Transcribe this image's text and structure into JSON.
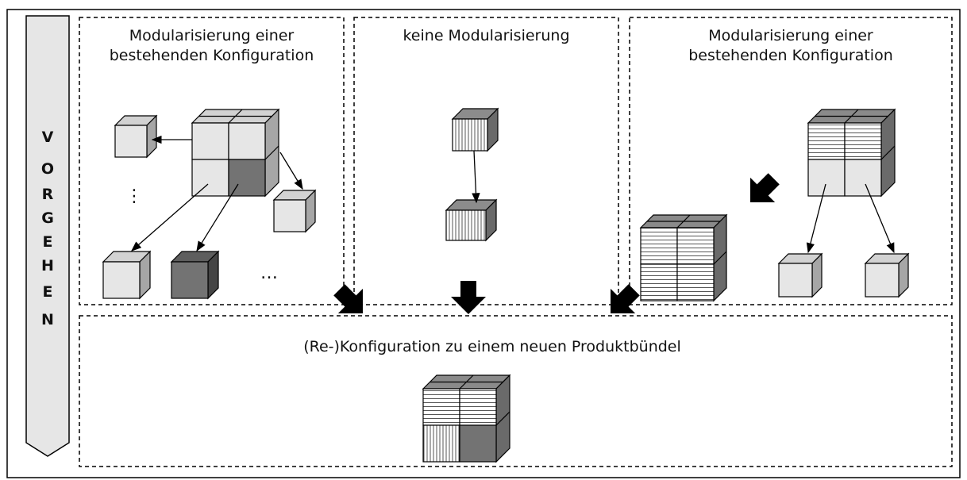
{
  "side_bar": {
    "label_letters": [
      "V",
      "O",
      "R",
      "G",
      "E",
      "H",
      "E",
      "N"
    ]
  },
  "panels": {
    "left": {
      "title": "Modularisierung einer\nbestehenden Konfiguration"
    },
    "middle": {
      "title": "keine Modularisierung"
    },
    "right": {
      "title": "Modularisierung einer\nbestehenden Konfiguration"
    },
    "bottom": {
      "title": "(Re-)Konfiguration zu einem neuen Produktbündel"
    }
  },
  "ellipsis": {
    "vertical": "⋮",
    "horizontal": "…"
  },
  "colors": {
    "light_cube": "#e6e6e6",
    "dark_cube": "#737373",
    "line": "#000000"
  }
}
